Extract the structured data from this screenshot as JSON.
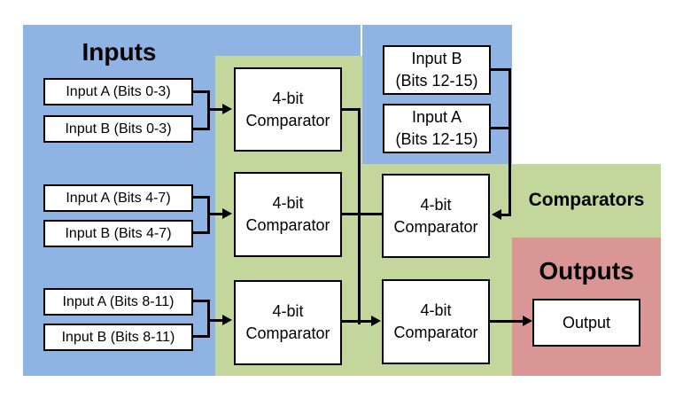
{
  "groups": {
    "inputs": {
      "title": "Inputs"
    },
    "comparators": {
      "title": "Comparators"
    },
    "outputs": {
      "title": "Outputs"
    }
  },
  "nodes": {
    "input_a_0_3": {
      "label": "Input A (Bits 0-3)"
    },
    "input_b_0_3": {
      "label": "Input B (Bits 0-3)"
    },
    "input_a_4_7": {
      "label": "Input A (Bits 4-7)"
    },
    "input_b_4_7": {
      "label": "Input B (Bits 4-7)"
    },
    "input_a_8_11": {
      "label": "Input A (Bits 8-11)"
    },
    "input_b_8_11": {
      "label": "Input B (Bits 8-11)"
    },
    "input_b_12_15": {
      "line1": "Input B",
      "line2": "(Bits 12-15)"
    },
    "input_a_12_15": {
      "line1": "Input A",
      "line2": "(Bits 12-15)"
    },
    "comparator_4bit": {
      "line1": "4-bit",
      "line2": "Comparator"
    },
    "output": {
      "label": "Output"
    }
  },
  "colors": {
    "inputs_region": "#8FB3E2",
    "comparators_region": "#C3D69B",
    "outputs_region": "#D99694",
    "node_fill": "#FFFFFF",
    "node_border": "#000000",
    "wire": "#000000"
  }
}
